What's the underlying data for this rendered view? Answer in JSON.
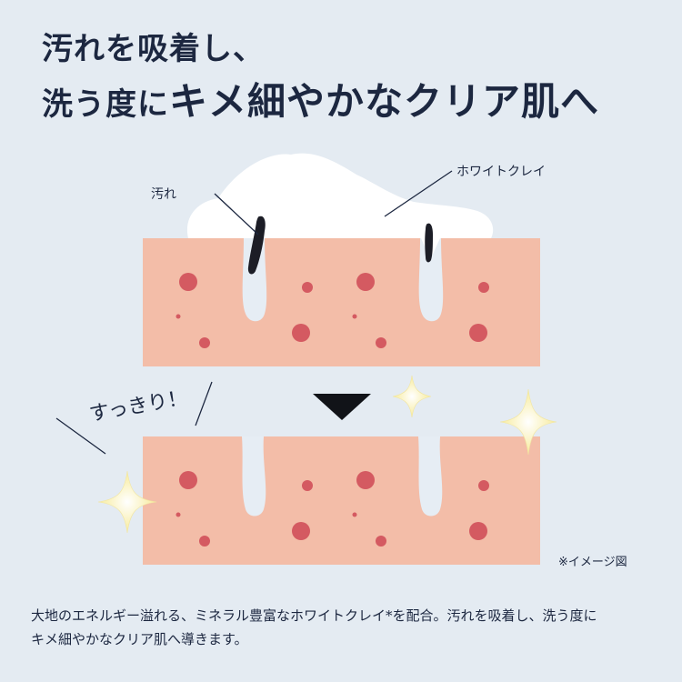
{
  "headline": {
    "line1": "汚れを吸着し、",
    "line2_prefix": "洗う度に",
    "line2_emphasis": "キメ細やかなクリア肌へ"
  },
  "labels": {
    "dirt": "汚れ",
    "clay": "ホワイトクレイ",
    "refreshed": "すっきり！",
    "image_note": "※イメージ図"
  },
  "description": {
    "line1": "大地のエネルギー溢れる、ミネラル豊富なホワイトクレイ*を配合。汚れを吸着し、洗う度に",
    "line2": "キメ細やかなクリア肌へ導きます。"
  },
  "colors": {
    "background": "#e4ebf2",
    "skin": "#f3bda8",
    "dot": "#d45a61",
    "clay": "#ffffff",
    "text": "#1c2740",
    "sparkle": "#fdf6c8"
  }
}
